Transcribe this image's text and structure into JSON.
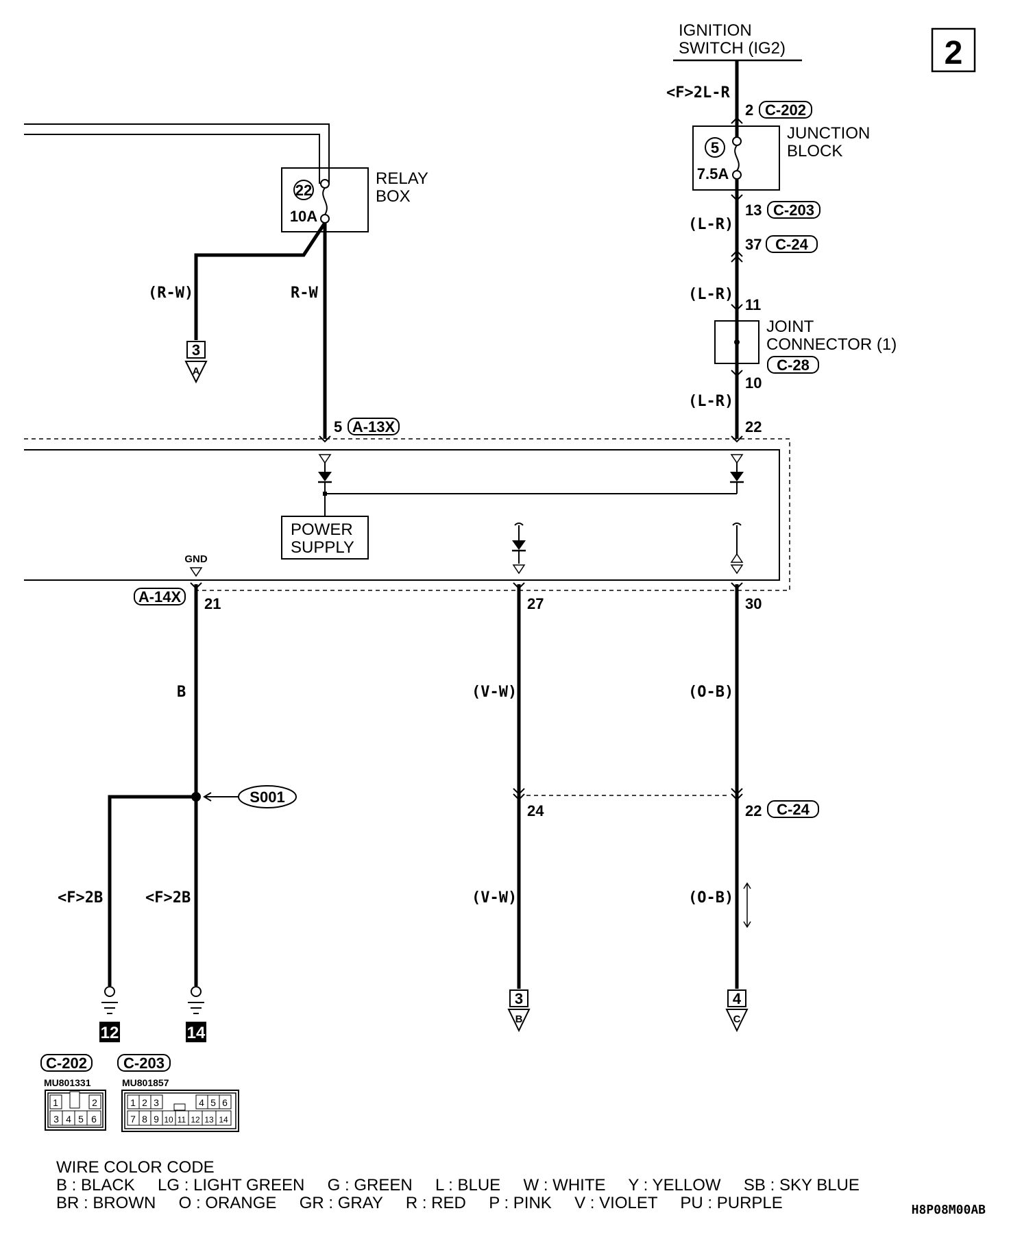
{
  "page_number": "2",
  "ignition_switch": {
    "line1": "IGNITION",
    "line2": "SWITCH (IG2)"
  },
  "relay_box": {
    "line1": "RELAY",
    "line2": "BOX",
    "fuse_no": "22",
    "fuse_amp": "10A"
  },
  "junction_block": {
    "line1": "JUNCTION",
    "line2": "BLOCK",
    "fuse_no": "5",
    "fuse_amp": "7.5A"
  },
  "joint_connector": {
    "line1": "JOINT",
    "line2": "CONNECTOR (1)",
    "code": "C-28"
  },
  "power_supply": {
    "line1": "POWER",
    "line2": "SUPPLY"
  },
  "gnd_label": "GND",
  "splice": "S001",
  "wires": {
    "ig_wire": "<F>2L-R",
    "lr1": "(L-R)",
    "lr2": "(L-R)",
    "lr3": "(L-R)",
    "rw1": "(R-W)",
    "rw2": "R-W",
    "b": "B",
    "f2b_left": "<F>2B",
    "f2b_right": "<F>2B",
    "vw1": "(V-W)",
    "vw2": "(V-W)",
    "ob1": "(O-B)",
    "ob2": "(O-B)"
  },
  "pins": {
    "p2": "2",
    "p13": "13",
    "p37": "37",
    "p11": "11",
    "p10": "10",
    "p22_top": "22",
    "p5": "5",
    "p21": "21",
    "p27": "27",
    "p30": "30",
    "p24": "24",
    "p22_bottom": "22"
  },
  "connectors": {
    "c202": "C-202",
    "c203": "C-203",
    "c24a": "C-24",
    "c24b": "C-24",
    "a13x": "A-13X",
    "a14x": "A-14X"
  },
  "offpage": {
    "a": {
      "num": "3",
      "letter": "A"
    },
    "b": {
      "num": "3",
      "letter": "B"
    },
    "c": {
      "num": "4",
      "letter": "C"
    }
  },
  "grounds": {
    "g12": "12",
    "g14": "14"
  },
  "connector_views": {
    "c202": {
      "code": "C-202",
      "part": "MU801331",
      "row1": [
        "1",
        "",
        "2"
      ],
      "row2": [
        "3",
        "4",
        "5",
        "6"
      ]
    },
    "c203": {
      "code": "C-203",
      "part": "MU801857",
      "row1": [
        "1",
        "2",
        "3",
        "4",
        "5",
        "6"
      ],
      "row2": [
        "7",
        "8",
        "9",
        "10",
        "11",
        "12",
        "13",
        "14"
      ]
    }
  },
  "legend": {
    "title": "WIRE COLOR CODE",
    "line1": "B : BLACK     LG : LIGHT GREEN     G : GREEN     L : BLUE     W : WHITE     Y : YELLOW     SB : SKY BLUE",
    "line2": "BR : BROWN     O : ORANGE     GR : GRAY     R : RED     P : PINK     V : VIOLET     PU : PURPLE"
  },
  "figure_code": "H8P08M00AB"
}
